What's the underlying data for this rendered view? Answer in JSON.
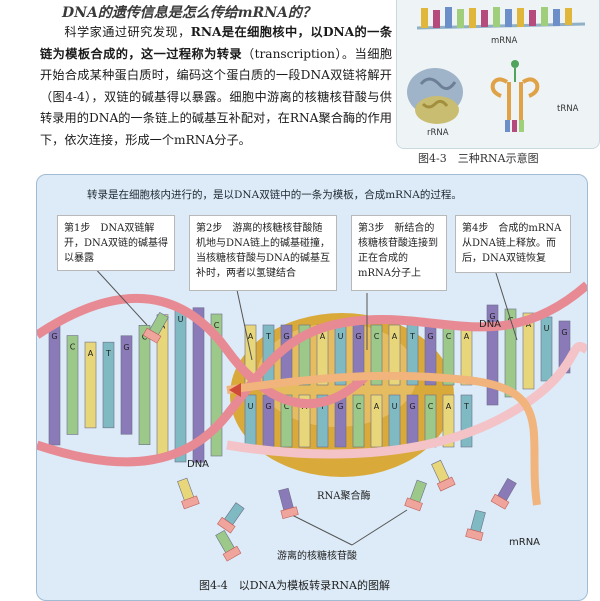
{
  "header": {
    "question": "DNA的遗传信息是怎么传给mRNA的？"
  },
  "intro": {
    "p1": "科学家通过研究发现，",
    "p1_bold": "RNA是在细胞核中，以DNA的一条链为模板合成的，这一过程称为转录",
    "p1_end": "（transcription）。",
    "p2": "当细胞开始合成某种蛋白质时，编码这个蛋白质的一段DNA双链将解开（图4-4），双链的碱基得以暴露。细胞中游离的核糖核苷酸与供转录用的DNA的一条链上的碱基互补配对，在RNA聚合酶的作用下，依次连接，形成一个mRNA分子。"
  },
  "figure_4_3": {
    "labels": {
      "mrna": "mRNA",
      "rrna": "rRNA",
      "trna": "tRNA"
    },
    "caption": "图4-3　三种RNA示意图"
  },
  "figure_4_4": {
    "intro": "转录是在细胞核内进行的，是以DNA双链中的一条为模板，合成mRNA的过程。",
    "steps": [
      "第1步　DNA双链解开，DNA双链的碱基得以暴露",
      "第2步　游离的核糖核苷酸随机地与DNA链上的碱基碰撞，当核糖核苷酸与DNA的碱基互补时，两者以氢键结合",
      "第3步　新结合的核糖核苷酸连接到正在合成的mRNA分子上",
      "第4步　合成的mRNA从DNA链上释放。而后，DNA双链恢复"
    ],
    "labels": {
      "dna_top": "DNA",
      "dna_left": "DNA",
      "polymerase": "RNA聚合酶",
      "free_nucleotides": "游离的核糖核苷酸",
      "mrna": "mRNA"
    },
    "caption": "图4-4　以DNA为模板转录RNA的图解",
    "base_letters": [
      "G",
      "C",
      "A",
      "T",
      "G",
      "C",
      "A",
      "U"
    ]
  },
  "colors": {
    "figure_bg": "#dcebf7",
    "dna_backbone": "#e88a93",
    "dna_backbone_light": "#f3c3c8",
    "enzyme": "#d9a93a",
    "rung_purple": "#8a7ab8",
    "rung_green": "#9cc98a",
    "rung_yellow": "#e8d67a",
    "rung_teal": "#7fb9c2"
  }
}
